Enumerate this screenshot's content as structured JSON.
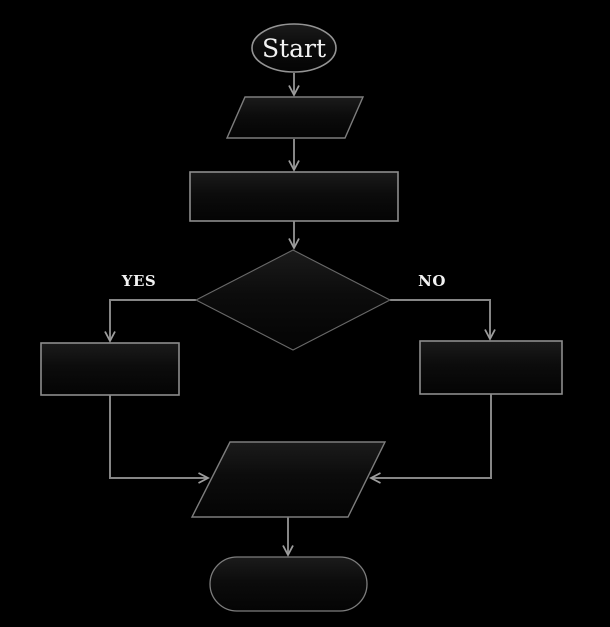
{
  "flowchart": {
    "background_color": "#000000",
    "connector_color": "#868686",
    "border_color": "#8d8d8d",
    "text_color": "#f2f2f2",
    "node_fill_top": "#1b1b1b",
    "node_fill_bottom": "#040404",
    "nodes": [
      {
        "id": "start",
        "shape": "ellipse",
        "label": "Start"
      },
      {
        "id": "input",
        "shape": "parallelogram",
        "label": ""
      },
      {
        "id": "process",
        "shape": "rectangle",
        "label": ""
      },
      {
        "id": "decision",
        "shape": "diamond",
        "label": ""
      },
      {
        "id": "yes-step",
        "shape": "rectangle",
        "label": ""
      },
      {
        "id": "no-step",
        "shape": "rectangle",
        "label": ""
      },
      {
        "id": "output",
        "shape": "parallelogram",
        "label": ""
      },
      {
        "id": "end",
        "shape": "terminator",
        "label": ""
      }
    ],
    "edges": [
      {
        "from": "start",
        "to": "input",
        "label": ""
      },
      {
        "from": "input",
        "to": "process",
        "label": ""
      },
      {
        "from": "process",
        "to": "decision",
        "label": ""
      },
      {
        "from": "decision",
        "to": "yes-step",
        "label": "YES"
      },
      {
        "from": "decision",
        "to": "no-step",
        "label": "NO"
      },
      {
        "from": "yes-step",
        "to": "output",
        "label": ""
      },
      {
        "from": "no-step",
        "to": "output",
        "label": ""
      },
      {
        "from": "output",
        "to": "end",
        "label": ""
      }
    ]
  }
}
